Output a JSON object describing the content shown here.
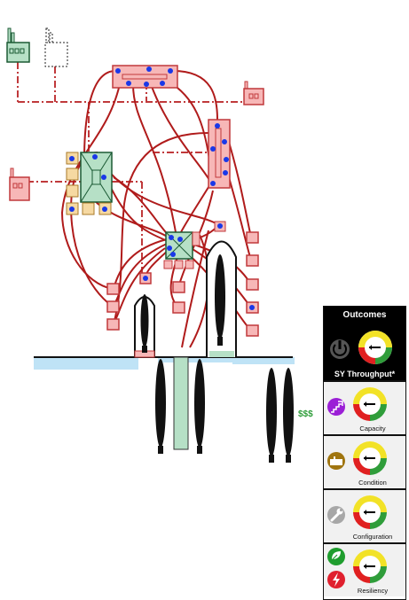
{
  "side_label": "$$$",
  "panel": {
    "title": "Outcomes",
    "throughput_label": "SY Throughput*",
    "metrics": [
      {
        "label": "Capacity",
        "icon": "stairs-up-icon",
        "icon_color": "#9b1fd6"
      },
      {
        "label": "Condition",
        "icon": "factory-icon",
        "icon_color": "#a0750f"
      },
      {
        "label": "Configuration",
        "icon": "wrench-icon",
        "icon_color": "#a7a7a7"
      },
      {
        "label": "Resiliency",
        "icon": "leaf-icon",
        "icon_color": "#1f9d2e",
        "icon2": "lightning-icon",
        "icon2_color": "#e0202e"
      }
    ]
  },
  "colors": {
    "route": "#b01b1b",
    "node_fill": "#f7b7b7",
    "node_stroke": "#c0393b",
    "hub_fill": "#b6e0c6",
    "tan_fill": "#f6d9a2",
    "water": "#bfe3f6",
    "dot": "#1a38e8",
    "gauge_red": "#e02020",
    "gauge_yellow": "#f2e227",
    "gauge_green": "#2f9d3a"
  }
}
